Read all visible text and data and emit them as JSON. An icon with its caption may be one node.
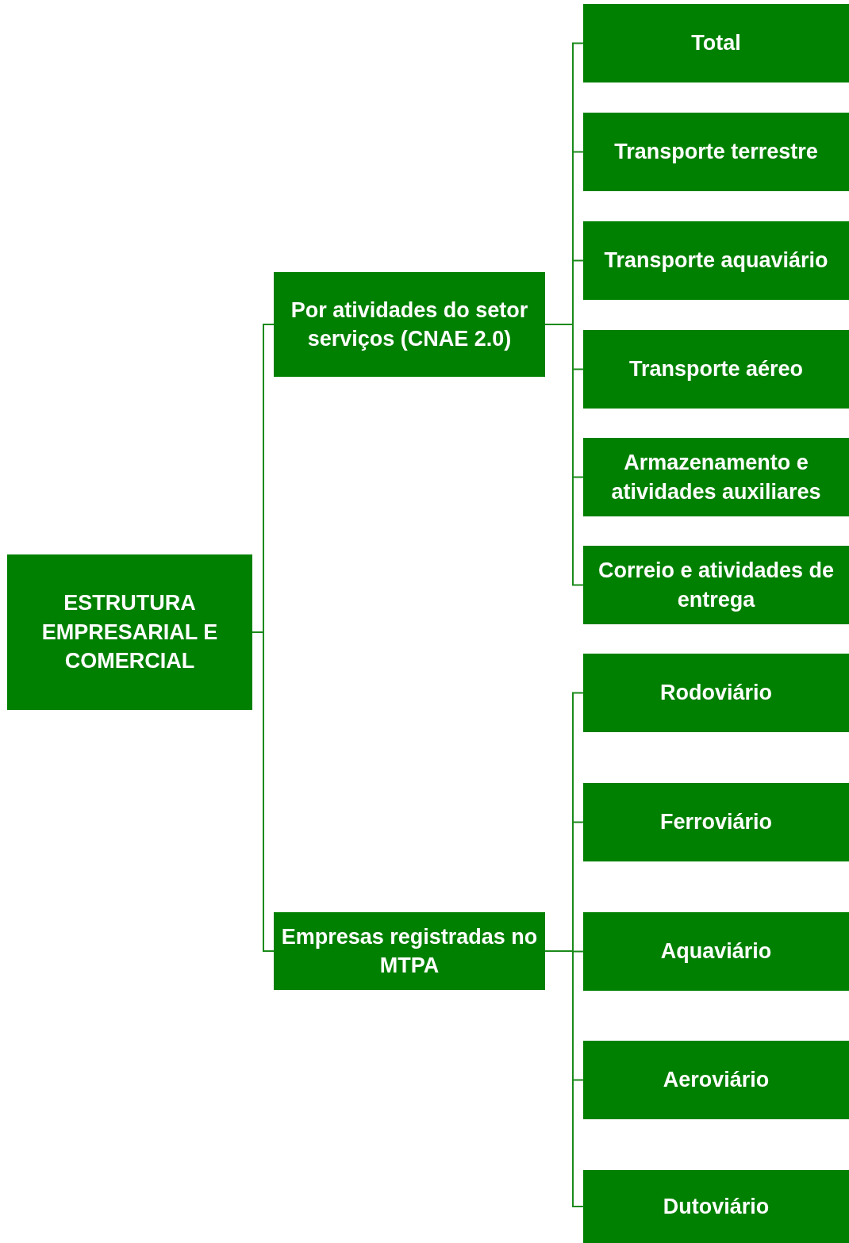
{
  "diagram": {
    "nodes": [
      {
        "text": [
          "ESTRUTURA EMPRESARIAL E COMERCIAL"
        ]
      },
      {
        "text": [
          "Por atividades do setor serviços (CNAE 2.0)"
        ]
      },
      {
        "text": [
          "Empresas registradas no MTPA"
        ]
      },
      {
        "text": [
          "Total"
        ]
      },
      {
        "text": [
          "Transporte terrestre"
        ]
      },
      {
        "text": [
          "Transporte aquaviário"
        ]
      },
      {
        "text": [
          "Transporte aéreo"
        ]
      },
      {
        "text": [
          "Armazenamento e atividades auxiliares"
        ]
      },
      {
        "text": [
          "Correio e atividades de entrega"
        ]
      },
      {
        "text": [
          "Rodoviário"
        ]
      },
      {
        "text": [
          "Ferroviário"
        ]
      },
      {
        "text": [
          "Aquaviário"
        ]
      },
      {
        "text": [
          "Aeroviário"
        ]
      },
      {
        "text": [
          "Dutoviário"
        ]
      }
    ],
    "edges": [
      {
        "from": 0,
        "to": 1,
        "arrow": "none"
      },
      {
        "from": 0,
        "to": 2,
        "arrow": "none"
      },
      {
        "from": 1,
        "to": 3,
        "arrow": "none"
      },
      {
        "from": 1,
        "to": 4,
        "arrow": "none"
      },
      {
        "from": 1,
        "to": 5,
        "arrow": "none"
      },
      {
        "from": 1,
        "to": 6,
        "arrow": "none"
      },
      {
        "from": 1,
        "to": 7,
        "arrow": "none"
      },
      {
        "from": 1,
        "to": 8,
        "arrow": "none"
      },
      {
        "from": 2,
        "to": 9,
        "arrow": "none"
      },
      {
        "from": 2,
        "to": 10,
        "arrow": "none"
      },
      {
        "from": 2,
        "to": 11,
        "arrow": "none"
      },
      {
        "from": 2,
        "to": 12,
        "arrow": "none"
      },
      {
        "from": 2,
        "to": 13,
        "arrow": "none"
      }
    ]
  }
}
